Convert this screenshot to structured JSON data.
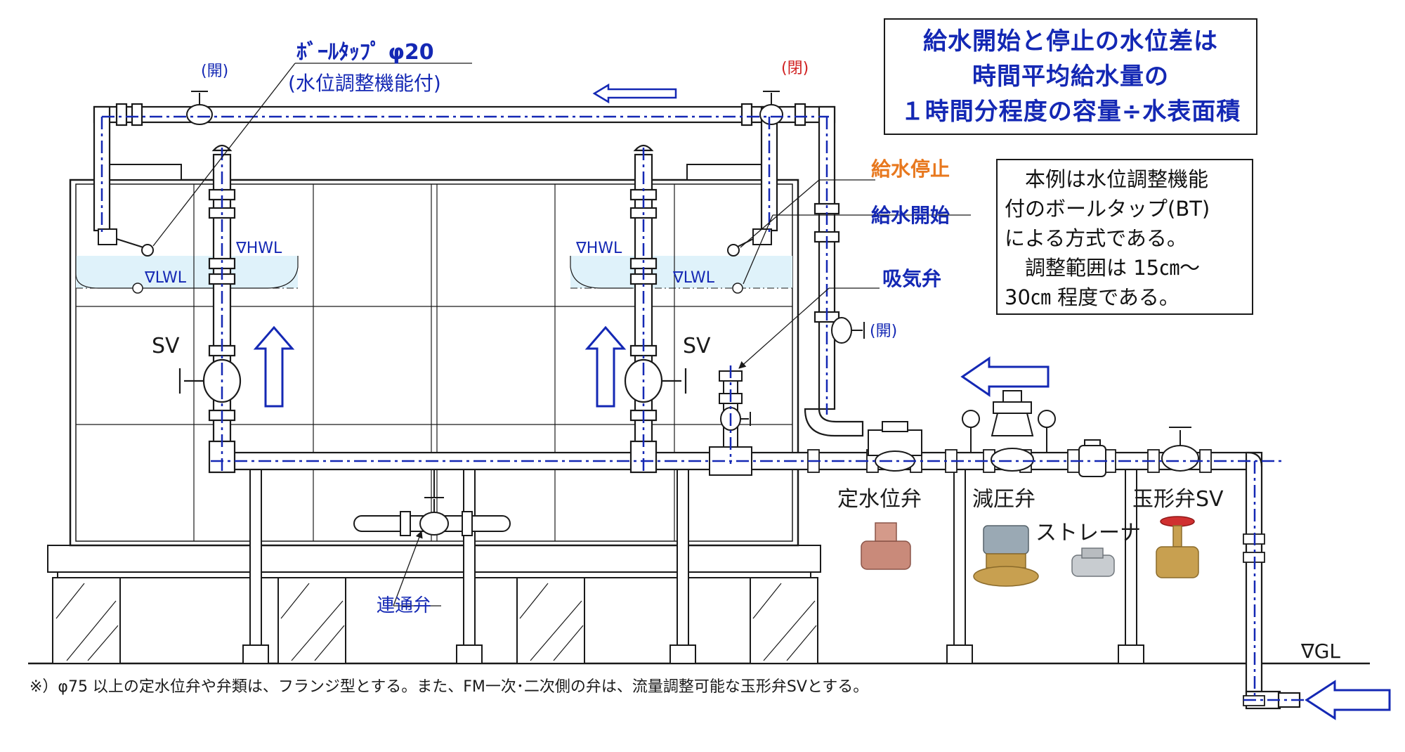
{
  "heading": {
    "lines": [
      "給水開始と停止の水位差は",
      "時間平均給水量の",
      "１時間分程度の容量÷水表面積"
    ]
  },
  "note_box": {
    "lines": [
      "　本例は水位調整機能",
      "付のボールタップ(BT)",
      "による方式である。",
      "　調整範囲は 15㎝～",
      "30㎝ 程度である。"
    ]
  },
  "ball_tap": {
    "name": "ﾎﾞｰﾙﾀｯﾌﾟ φ20",
    "subtitle": "(水位調整機能付)"
  },
  "valve_states": {
    "left_top": "(開)",
    "right_top": "(閉)",
    "right_mid": "(開)"
  },
  "water_levels": {
    "hwl": "∇HWL",
    "lwl": "∇LWL",
    "ground": "∇GL"
  },
  "callouts": {
    "supply_stop": "給水停止",
    "supply_start": "給水開始",
    "air_valve": "吸気弁",
    "connecting_valve": "連通弁"
  },
  "valve_labels": {
    "sv_left": "SV",
    "sv_right": "SV",
    "constant_level_valve": "定水位弁",
    "pressure_reducing_valve": "減圧弁",
    "strainer": "ストレーナ",
    "globe_valve": "玉形弁SV"
  },
  "footnote": "※）φ75 以上の定水位弁や弁類は、フランジ型とする。また、FM一次･二次側の弁は、流量調整可能な玉形弁SVとする。",
  "colors": {
    "accent_blue": "#1428b4",
    "accent_orange": "#e8781e",
    "accent_red": "#d02020",
    "water": "#dff2fa",
    "pipe": "#ffffff",
    "line": "#1a1a1a"
  }
}
